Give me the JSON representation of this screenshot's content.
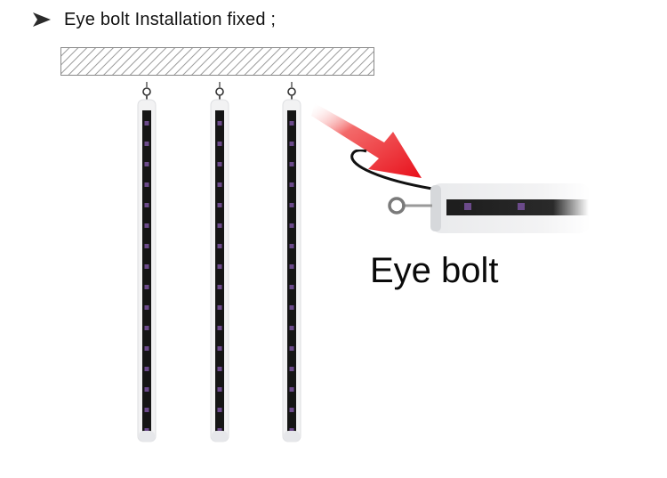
{
  "header": {
    "bullet_icon": "right-arrow-bullet-icon",
    "title": "Eye bolt Installation fixed ;"
  },
  "diagram": {
    "tube_count": 3,
    "detail_label": "Eye bolt",
    "colors": {
      "tube_strip": "#151515",
      "led": "#6b4a8a",
      "callout_arrow": "#e8101b",
      "ceiling_hatch": "#9a9a9a"
    }
  }
}
